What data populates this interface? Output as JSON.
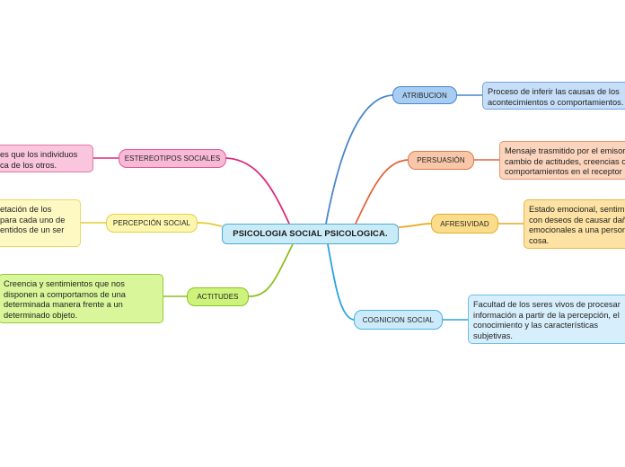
{
  "center": "PSICOLOGIA SOCIAL PSICOLOGICA.",
  "branches": [
    {
      "label": "ATRIBUCION",
      "desc": [
        "Proceso de inferir las causas de los",
        "acontecimientos o comportamientos."
      ],
      "color": "#4a86c9"
    },
    {
      "label": "PERSUASIÓN",
      "desc": [
        "Mensaje trasmitido por el emisor",
        "cambio de actitudes, creencias o",
        "comportamientos en el receptor"
      ],
      "color": "#e2643a"
    },
    {
      "label": "AFRESIVIDAD",
      "desc": [
        "Estado emocional,  sentimientos",
        "con deseos de causar daños",
        "emocionales a una persona o",
        "cosa."
      ],
      "color": "#e8a71c"
    },
    {
      "label": "COGNICION SOCIAL",
      "desc": [
        "Facultad de los seres vivos de procesar",
        "información a partir de la percepción, el",
        "conocimiento y las características",
        "subjetivas."
      ],
      "color": "#2aa4dc"
    },
    {
      "label": "ESTEREOTIPOS SOCIALES",
      "desc": [
        "es que los individuos",
        "ca de los otros."
      ],
      "color": "#db2b7c"
    },
    {
      "label": "PERCEPCIÓN SOCIAL",
      "desc": [
        "etación de los",
        "para  cada uno de",
        "entidos de un ser"
      ],
      "color": "#e6cc2e"
    },
    {
      "label": "ACTITUDES",
      "desc": [
        "Creencia y sentimientos que nos",
        "disponen a comportarnos de una",
        "determinada manera frente a un",
        "determinado objeto."
      ],
      "color": "#8cbf1e"
    }
  ]
}
